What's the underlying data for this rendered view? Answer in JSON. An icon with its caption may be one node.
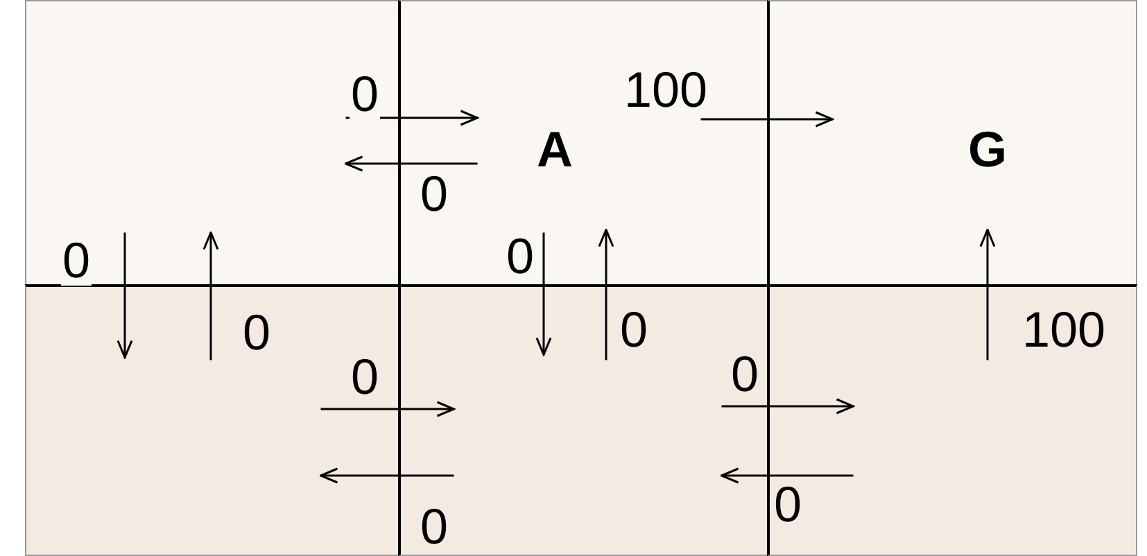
{
  "diagram": {
    "nodes": [
      {
        "text": [],
        "shape": "box"
      },
      {
        "text": [
          "A"
        ]
      },
      {
        "text": [
          "G"
        ]
      },
      {
        "text": [],
        "shape": "box"
      },
      {
        "text": [],
        "shape": "box"
      },
      {
        "text": [],
        "shape": "box"
      }
    ],
    "edges": [
      {
        "from": 0,
        "to": 1,
        "arrow": "to",
        "label": "0"
      },
      {
        "from": 1,
        "to": 0,
        "arrow": "to",
        "label": "0"
      },
      {
        "from": 1,
        "to": 2,
        "arrow": "to",
        "label": "100"
      },
      {
        "from": 0,
        "to": 3,
        "arrow": "to",
        "label": "0"
      },
      {
        "from": 3,
        "to": 0,
        "arrow": "to",
        "label": "0"
      },
      {
        "from": 1,
        "to": 4,
        "arrow": "to",
        "label": "0"
      },
      {
        "from": 4,
        "to": 1,
        "arrow": "to",
        "label": "0"
      },
      {
        "from": 5,
        "to": 2,
        "arrow": "to",
        "label": "100"
      },
      {
        "from": 3,
        "to": 4,
        "arrow": "to",
        "label": "0"
      },
      {
        "from": 4,
        "to": 3,
        "arrow": "to",
        "label": "0"
      },
      {
        "from": 4,
        "to": 5,
        "arrow": "to",
        "label": "0"
      },
      {
        "from": 5,
        "to": 4,
        "arrow": "to",
        "label": "0"
      }
    ]
  }
}
